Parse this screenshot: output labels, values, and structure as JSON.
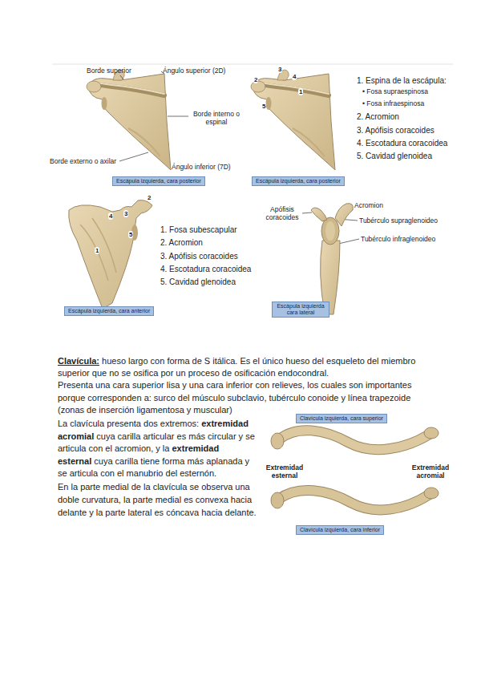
{
  "diagram": {
    "nodes": [
      {
        "text": [
          "Escápula izquierda, cara posterior"
        ]
      },
      {
        "text": [
          "Escápula izquierda, cara posterior"
        ]
      },
      {
        "text": [
          "Escápula izquierda, cara anterior"
        ]
      },
      {
        "text": [
          "Escápula izquierda cara lateral"
        ]
      },
      {
        "text": [
          "Clavícula izquierda, cara superior"
        ]
      },
      {
        "text": [
          "Clavícula izquierda, cara inferior"
        ]
      }
    ],
    "labels": [
      "Borde superior",
      "Ángulo superior (2D)",
      "Borde interno o espinal",
      "Borde externo o axilar",
      "Ángulo inferior (7D)",
      "1",
      "2",
      "3",
      "4",
      "5",
      "1. Espina de la escápula:",
      "• Fosa supraespinosa",
      "• Fosa infraespinosa",
      "2. Acromion",
      "3. Apófisis coracoides",
      "4. Escotadura coracoidea",
      "5. Cavidad glenoidea",
      "1",
      "2",
      "3",
      "4",
      "5",
      "1. Fosa subescapular",
      "2. Acromion",
      "3. Apófisis coracoides",
      "4. Escotadura coracoidea",
      "5. Cavidad glenoidea",
      "Apófisis coracoides",
      "Acromion",
      "Tubérculo supraglenoideo",
      "Tubérculo infraglenoideo",
      "Clavícula:",
      "hueso largo con forma de S itálica. Es el único hueso del esqueleto del miembro superior que no se osifica por un proceso de osificación endocondral.",
      "Presenta una cara superior lisa y una cara inferior con relieves, los cuales son importantes porque corresponden a: surco del músculo subclavio, tubérculo conoide y línea trapezoide (zonas de inserción ligamentosa y muscular)",
      "La clavícula presenta dos extremos:",
      "extremidad acromial",
      "cuya carilla articular es más circular y se articula con el acromion, y la",
      "extremidad esternal",
      "cuya carilla tiene forma más aplanada y se articula con el manubrio del esternón.",
      "En la parte medial de la clavícula se observa una doble curvatura, la parte medial es convexa hacia delante y la parte lateral es cóncava hacia delante.",
      "Extremidad esternal",
      "Extremidad acromial"
    ]
  }
}
